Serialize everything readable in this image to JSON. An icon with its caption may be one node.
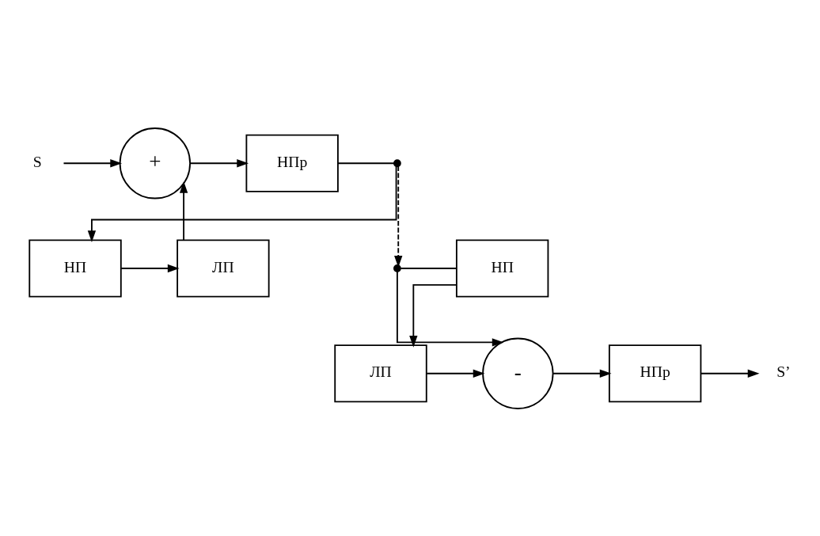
{
  "diagram": {
    "nodes": [
      {
        "text": [
          "S"
        ]
      },
      {
        "text": [
          "+"
        ]
      },
      {
        "text": [
          "НПр"
        ]
      },
      {
        "text": [],
        "shape": "circle"
      },
      {
        "text": [
          "НП"
        ]
      },
      {
        "text": [
          "ЛП"
        ]
      },
      {
        "text": [
          "НП"
        ]
      },
      {
        "text": [],
        "shape": "circle"
      },
      {
        "text": [
          "ЛП"
        ]
      },
      {
        "text": [
          "-"
        ]
      },
      {
        "text": [
          "НПр"
        ]
      },
      {
        "text": [
          "S’"
        ]
      }
    ],
    "edges": [
      {
        "from": 0,
        "to": 1,
        "arrow": "to"
      },
      {
        "from": 1,
        "to": 2,
        "arrow": "to"
      },
      {
        "from": 2,
        "to": 3,
        "arrow": "none"
      },
      {
        "from": 3,
        "to": 4,
        "arrow": "to"
      },
      {
        "from": 4,
        "to": 5,
        "arrow": "to"
      },
      {
        "from": 5,
        "to": 1,
        "arrow": "to"
      },
      {
        "from": 3,
        "to": 7,
        "arrow": "to",
        "style": "dashed"
      },
      {
        "from": 7,
        "to": 6,
        "arrow": "none"
      },
      {
        "from": 6,
        "to": 8,
        "arrow": "to"
      },
      {
        "from": 8,
        "to": 9,
        "arrow": "to"
      },
      {
        "from": 7,
        "to": 9,
        "arrow": "to"
      },
      {
        "from": 9,
        "to": 10,
        "arrow": "to"
      },
      {
        "from": 10,
        "to": 11,
        "arrow": "to"
      }
    ]
  }
}
